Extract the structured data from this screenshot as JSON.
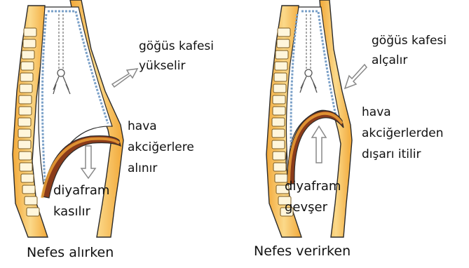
{
  "panels": [
    {
      "caption": "Nefes alırken",
      "ribcage_label": [
        "göğüs kafesi",
        "yükselir"
      ],
      "air_label": [
        "hava",
        "akciğerlere",
        "alınır"
      ],
      "diaphragm_label": [
        "diyafram",
        "kasılır"
      ]
    },
    {
      "caption": "Nefes verirken",
      "ribcage_label": [
        "göğüs kafesi",
        "alçalır"
      ],
      "air_label": [
        "hava",
        "akciğerlerden",
        "dışarı itilir"
      ],
      "diaphragm_label": [
        "diyafram",
        "gevşer"
      ]
    }
  ],
  "colors": {
    "body_orange": "#f2a838",
    "body_yellow": "#fbd98a",
    "diaphragm": "#8a3b1a",
    "lung_edge": "#7aa0c8",
    "outline": "#2b2b2b"
  },
  "icons": [
    "spine-icon",
    "arrow-icon"
  ]
}
